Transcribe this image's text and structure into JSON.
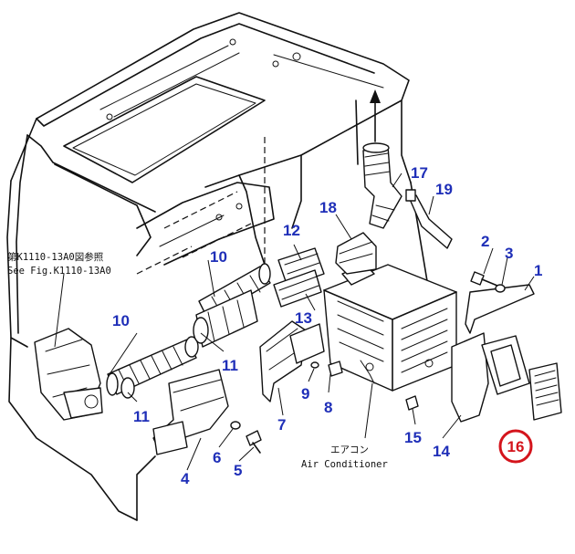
{
  "accent_color": "#1f2fb8",
  "highlight_color": "#d4141c",
  "notes": {
    "see_fig_jp": "第K1110-13A0図参照",
    "see_fig_en": "See Fig.K1110-13A0",
    "aircon_jp": "エアコン",
    "aircon_en": "Air Conditioner"
  },
  "callouts": [
    {
      "id": "1",
      "label": "1"
    },
    {
      "id": "2",
      "label": "2"
    },
    {
      "id": "3",
      "label": "3"
    },
    {
      "id": "4",
      "label": "4"
    },
    {
      "id": "5",
      "label": "5"
    },
    {
      "id": "6",
      "label": "6"
    },
    {
      "id": "7",
      "label": "7"
    },
    {
      "id": "8",
      "label": "8"
    },
    {
      "id": "9",
      "label": "9"
    },
    {
      "id": "10a",
      "label": "10"
    },
    {
      "id": "10b",
      "label": "10"
    },
    {
      "id": "11a",
      "label": "11"
    },
    {
      "id": "11b",
      "label": "11"
    },
    {
      "id": "12",
      "label": "12"
    },
    {
      "id": "13",
      "label": "13"
    },
    {
      "id": "14",
      "label": "14"
    },
    {
      "id": "15",
      "label": "15"
    },
    {
      "id": "16",
      "label": "16",
      "highlighted": true
    },
    {
      "id": "17",
      "label": "17"
    },
    {
      "id": "18",
      "label": "18"
    },
    {
      "id": "19",
      "label": "19"
    }
  ]
}
